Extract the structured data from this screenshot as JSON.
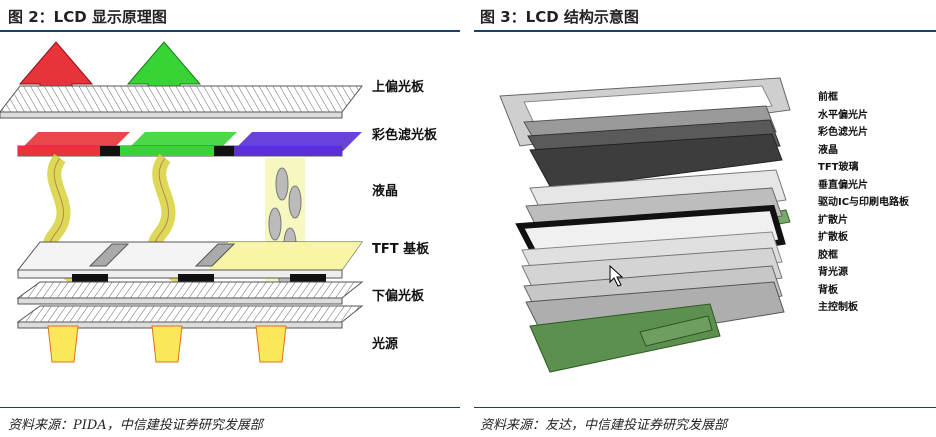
{
  "left_figure": {
    "title": "图 2：LCD 显示原理图",
    "labels": [
      "上偏光板",
      "彩色滤光板",
      "液晶",
      "TFT 基板",
      "下偏光板",
      "光源"
    ],
    "source": "资料来源：PIDA，中信建投证券研究发展部"
  },
  "right_figure": {
    "title": "图 3：LCD  结构示意图",
    "labels": [
      "前框",
      "水平偏光片",
      "彩色滤光片",
      "液晶",
      "TFT玻璃",
      "垂直偏光片",
      "驱动IC与印刷电路板",
      "扩散片",
      "扩散板",
      "胶框",
      "背光源",
      "背板",
      "主控制板"
    ],
    "source": "资料来源：友达，中信建投证券研究发展部"
  },
  "colors": {
    "rule": "#1a3f73",
    "red": "#e8333a",
    "green": "#38d435",
    "blue": "#5a2fd8"
  }
}
